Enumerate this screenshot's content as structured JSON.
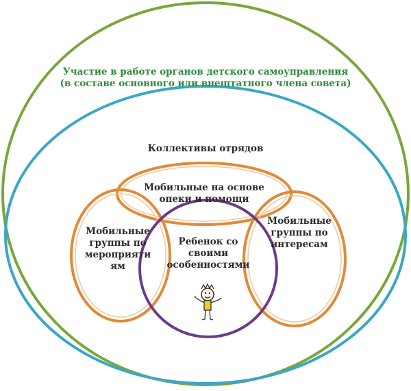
{
  "diagram": {
    "outer": {
      "line1": "Участие в работе органов детского самоуправления",
      "line2": "(в составе основного или внештатного члена совета)"
    },
    "middle": {
      "title": "Коллективы отрядов"
    },
    "top": {
      "line1": "Мобильные на основе",
      "line2": "опеки и помощи"
    },
    "left": {
      "line1": "Мобильные",
      "line2": "группы по",
      "line3": "мероприяти",
      "line4": "ям"
    },
    "right": {
      "line1": "Мобильные",
      "line2": "группы по",
      "line3": "интересам"
    },
    "center": {
      "line1": "Ребенок со",
      "line2": "своими",
      "line3": "особенностями"
    },
    "colors": {
      "outer_ring": "#7aa63a",
      "middle_ring": "#3aa7c7",
      "orange_rings": "#e08a3a",
      "center_ring": "#6b3a8c",
      "outer_text": "#2e8b3a"
    },
    "icons": [
      "child-figure-icon"
    ]
  }
}
